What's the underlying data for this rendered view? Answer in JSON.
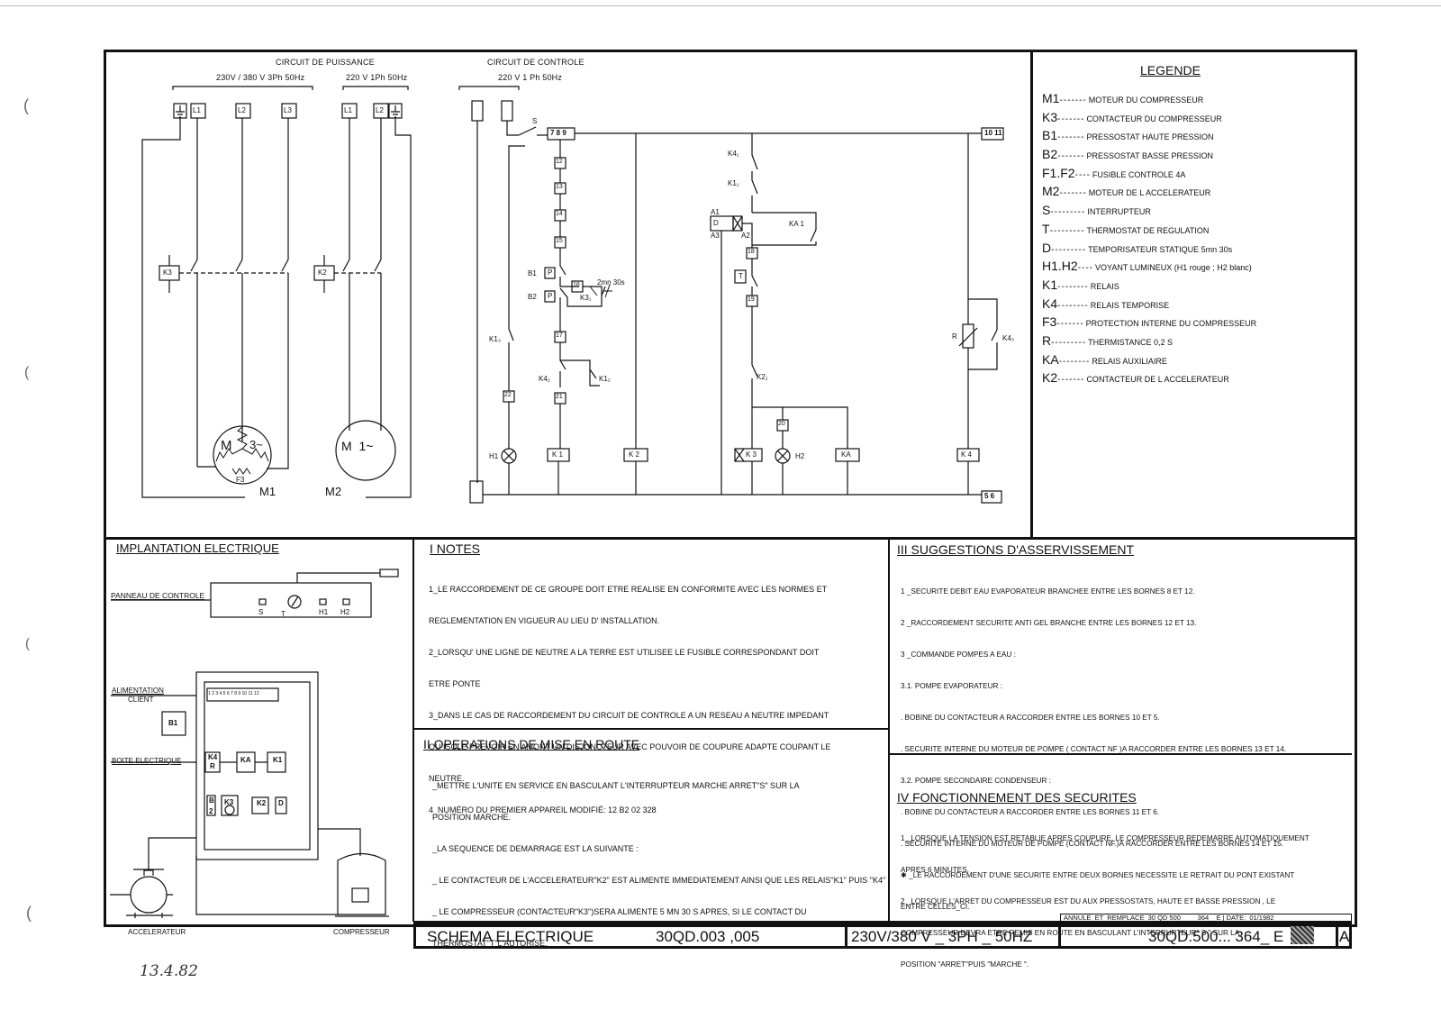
{
  "power_circuit": {
    "title": "CIRCUIT DE PUISSANCE",
    "supply_left": "230V / 380 V  3Ph  50Hz",
    "supply_right": "220 V  1Ph  50Hz",
    "terminals_left": [
      "L1",
      "L2",
      "L3"
    ],
    "terminals_right": [
      "L1",
      "L2"
    ],
    "contactor_compressor": "K3",
    "contactor_accel": "K2",
    "motor_compressor_label": "M",
    "motor_compressor_phase": "3~",
    "motor_compressor_protect": "F3",
    "motor_compressor_name": "M1",
    "motor_accel_label": "M  1~",
    "motor_accel_name": "M2"
  },
  "control_circuit": {
    "title": "CIRCUIT DE CONTROLE",
    "supply": "220 V  1 Ph  50Hz",
    "switch": "S",
    "term_789": "7 8 9",
    "term_1011": "10 11",
    "term_56": "5 6",
    "term_12": "12",
    "term_13": "13",
    "term_14": "14",
    "term_15": "15",
    "term_16": "16",
    "term_17": "17",
    "term_18": "18",
    "term_19": "19",
    "term_20": "20",
    "term_21": "21",
    "term_22": "22",
    "b1": "B1",
    "b2": "B2",
    "p": "P",
    "delay": "2mn 30s",
    "k31": "K3₁",
    "k13": "K1₃",
    "k42": "K4₂",
    "k12": "K1₂",
    "k41": "K4₁",
    "k11": "K1₁",
    "a1": "A1",
    "a2": "A2",
    "a3": "A3",
    "d": "D",
    "ka1": "KA 1",
    "t": "T",
    "k21": "K2₁",
    "r": "R",
    "k43": "K4₃",
    "h1": "H1",
    "h2": "H2",
    "k1": "K 1",
    "k2": "K 2",
    "k3": "K 3",
    "ka": "KA",
    "k4": "K 4"
  },
  "legend": {
    "title": "LEGENDE",
    "items": [
      {
        "sym": "M1",
        "txt": "MOTEUR DU COMPRESSEUR"
      },
      {
        "sym": "K3",
        "txt": "CONTACTEUR DU COMPRESSEUR"
      },
      {
        "sym": "B1",
        "txt": "PRESSOSTAT HAUTE PRESSION"
      },
      {
        "sym": "B2",
        "txt": "PRESSOSTAT  BASSE PRESSION"
      },
      {
        "sym": "F1.F2",
        "txt": "FUSIBLE CONTROLE  4A"
      },
      {
        "sym": "M2",
        "txt": "MOTEUR DE L ACCELERATEUR"
      },
      {
        "sym": "S",
        "txt": "INTERRUPTEUR"
      },
      {
        "sym": "T",
        "txt": "THERMOSTAT  DE  REGULATION"
      },
      {
        "sym": "D",
        "txt": "TEMPORISATEUR  STATIQUE     5mn 30s"
      },
      {
        "sym": "H1.H2",
        "txt": "VOYANT LUMINEUX  (H1 rouge ; H2 blanc)"
      },
      {
        "sym": "K1",
        "txt": "RELAIS"
      },
      {
        "sym": "K4",
        "txt": "RELAIS TEMPORISE"
      },
      {
        "sym": "F3",
        "txt": "PROTECTION  INTERNE DU COMPRESSEUR"
      },
      {
        "sym": "R",
        "txt": "THERMISTANCE  0,2 S"
      },
      {
        "sym": "KA",
        "txt": "RELAIS  AUXILIAIRE"
      },
      {
        "sym": "K2",
        "txt": "CONTACTEUR  DE  L ACCELERATEUR"
      }
    ]
  },
  "implantation": {
    "title": "IMPLANTATION ELECTRIQUE",
    "panel": "PANNEAU DE CONTROLE",
    "panel_s": "S",
    "panel_t": "T",
    "panel_h1": "H1",
    "panel_h2": "H2",
    "supply_l1": "ALIMENTATION",
    "supply_l2": "CLIENT",
    "box": "BOITE  ELECTRIQUE",
    "b1": "B1",
    "k4r_l1": "K4",
    "k4r_l2": "R",
    "ka": "KA",
    "k1": "K1",
    "b2_l1": "B",
    "b2_l2": "2",
    "k3": "K3",
    "k2": "K2",
    "d": "D",
    "strip": "1 2 3 4 5 6 7 8 9 10 11 12",
    "accel": "ACCELERATEUR",
    "comp": "COMPRESSEUR"
  },
  "notes": {
    "title": "I  NOTES",
    "lines": [
      "1_LE  RACCORDEMENT  DE  CE  GROUPE  DOIT ETRE  REALISE EN  CONFORMITE AVEC  LES  NORMES  ET",
      "    REGLEMENTATION   EN  VIGUEUR  AU  LIEU  D' INSTALLATION.",
      "2_LORSQU' UNE  LIGNE  DE  NEUTRE  A  LA  TERRE  EST  UTILISEE  LE  FUSIBLE  CORRESPONDANT  DOIT",
      "    ETRE  PONTE",
      "3_DANS  LE  CAS  DE  RACCORDEMENT  DU  CIRCUIT   DE  CONTROLE  A   UN  RESEAU  A  NEUTRE   IMPEDANT",
      "    OU  ISOLE  PREVOIR  EN  AMONT  UN  DISJONCTEUR  AVEC  POUVOIR  DE  COUPURE  ADAPTE  COUPANT   LE",
      "    NEUTRE.",
      "4_NUMÉRO  DU  PREMIER  APPAREIL  MODIFIÉ:  12 B2  02 328"
    ]
  },
  "operations": {
    "title": "II  OPERATIONS  DE  MISE  EN  ROUTE",
    "lines": [
      "_METTRE  L'UNITE  EN  SERVICE   EN   BASCULANT  L'INTERRUPTEUR  MARCHE  ARRET\"S\"  SUR   LA",
      "  POSITION  MARCHE.",
      "_LA   SEQUENCE   DE  DEMARRAGE  EST  LA  SUIVANTE :",
      "_ LE  CONTACTEUR  DE  L'ACCELERATEUR\"K2\"  EST ALIMENTE  IMMEDIATEMENT AINSI  QUE   LES  RELAIS\"K1\"  PUIS \"K4\"",
      "_  LE  COMPRESSEUR  (CONTACTEUR\"K3\")SERA  ALIMENTE    5 MN  30 S  APRES, SI  LE  CONTACT   DU",
      "  THERMOSTAT\"T\"L'AUTORISE."
    ]
  },
  "suggestions": {
    "title": "III  SUGGESTIONS  D'ASSERVISSEMENT",
    "lines": [
      "1  _SECURITE  DEBIT  EAU  EVAPORATEUR  BRANCHEE  ENTRE  LES  BORNES  8   ET  12.",
      "2  _RACCORDEMENT  SECURITE  ANTI  GEL  BRANCHE  ENTRE  LES  BORNES  12  ET  13.",
      "3 _COMMANDE  POMPES  A  EAU :",
      "  3.1.   POMPE   EVAPORATEUR :",
      "     .  BOBINE   DU  CONTACTEUR  A  RACCORDER  ENTRE  LES  BORNES  10  ET  5.",
      "     .  SECURITE   INTERNE  DU  MOTEUR  DE  POMPE  ( CONTACT   NF )A  RACCORDER  ENTRE  LES  BORNES 13 ET 14.",
      "  3.2.   POMPE   SECONDAIRE  CONDENSEUR :",
      "     .  BOBINE   DU  CONTACTEUR  A  RACCORDER  ENTRE  LES  BORNES  11   ET  6.",
      "     .  SECURITE   INTERNE   DU  MOTEUR  DE  POMPE  (CONTACT  NF.)A   RACCORDER  ENTRE  LES  BORNES  14 ET 15.",
      "✱ _LE  RACCORDEMENT  D'UNE  SECURITE  ENTRE  DEUX  BORNES  NECESSITE  LE  RETRAIT  DU   PONT  EXISTANT",
      "        ENTRE    CELLES_CI."
    ]
  },
  "fonctionnement": {
    "title": "IV  FONCTIONNEMENT  DES  SECURITES",
    "lines": [
      "1  _LORSQUE  LA  TENSION  EST  RETABLIE  APRES  COUPURE, LE  COMPRESSEUR  REDEMARRE  AUTOMATIQUEMENT",
      "        APRES   6  MINUTES.",
      "2  _LORSQUE  L'ARRET  DU  COMPRESSEUR  EST  DU  AUX  PRESSOSTATS,  HAUTE  ET  BASSE  PRESSION ,  LE",
      "        COMPRESSEUR   DEVRA  ETRE  REMIS  EN  ROUTE  EN  BASCULANT  L'INTERRUPTEUR\" S \" SUR  LA",
      "        POSITION \"ARRET\"PUIS \"MARCHE \"."
    ]
  },
  "title_block": {
    "annule": "ANNULE  ET  REMPLACE  30 QD 500_ _ _ 364 _ E | DATE:  01/1982",
    "title": "SCHEMA  ELECTRIQUE",
    "models": "30QD.003  ,005",
    "supply": "230V/380 V _ 3PH _ 50HZ",
    "ref": "30QD.500... 364_ E",
    "rev": "A"
  },
  "handwriting": "13.4.82"
}
